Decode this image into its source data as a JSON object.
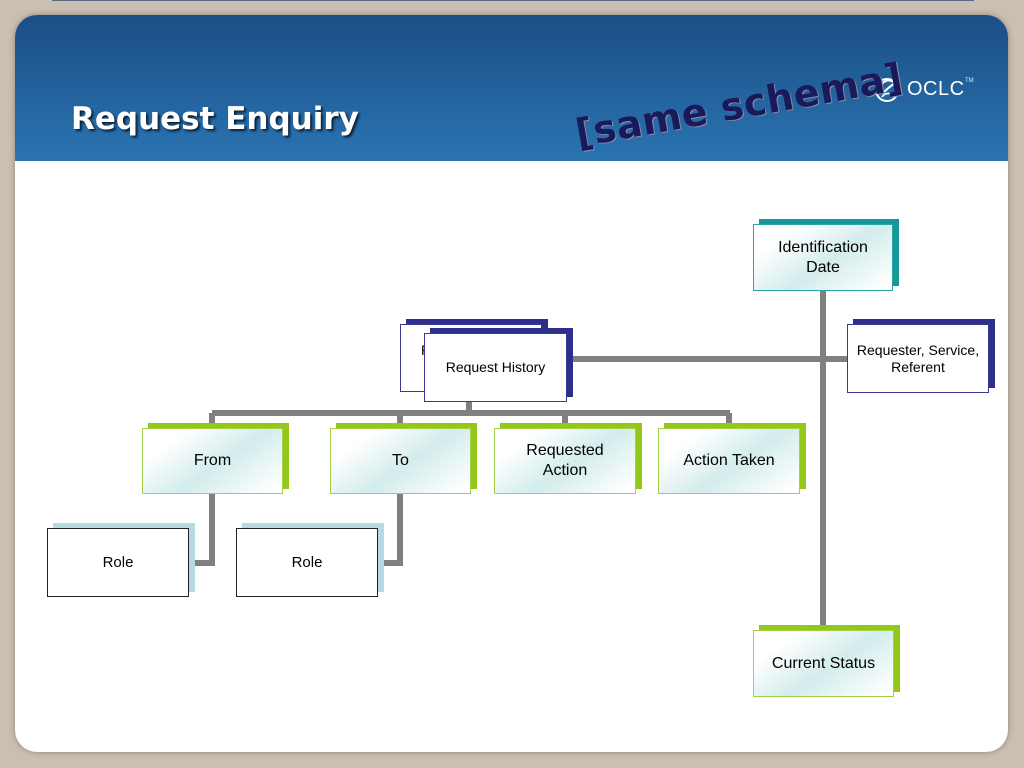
{
  "slide": {
    "title": "Request Enquiry",
    "stamp": "[same schema]",
    "logo_text": "OCLC",
    "logo_tm": "TM"
  },
  "diagram": {
    "identification": "Identification Date",
    "requester": "Requester, Service, Referent",
    "request_history": "Request History",
    "request_history_peek": "R",
    "from": "From",
    "to": "To",
    "requested_action": "Requested Action",
    "action_taken": "Action Taken",
    "role_from": "Role",
    "role_to": "Role",
    "current_status": "Current Status"
  },
  "colors": {
    "banner": "#2a74b2",
    "green_accent": "#92c81a",
    "teal_accent": "#16989a",
    "navy_accent": "#2e2e8c",
    "connector": "#808080"
  }
}
